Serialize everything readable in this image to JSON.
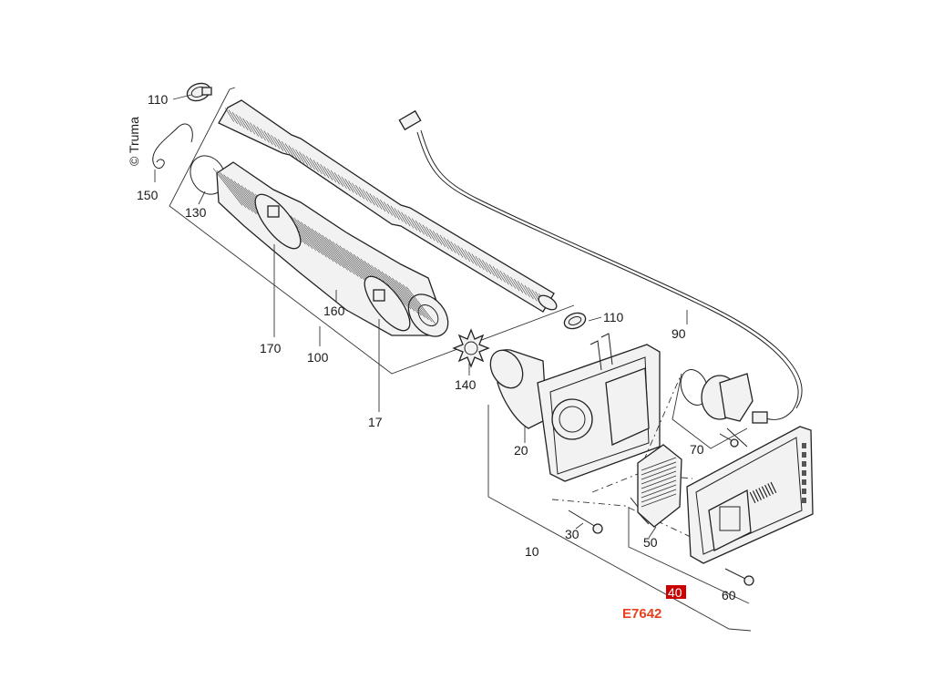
{
  "copyright": "© Truma",
  "drawing_code": "E7642",
  "colors": {
    "highlight_box": "#cc0000",
    "code_text": "#e8401c",
    "line": "#222222"
  },
  "labels": {
    "p110a": "110",
    "p150": "150",
    "p130": "130",
    "p170": "170",
    "p160": "160",
    "p100": "100",
    "p17": "17",
    "p110b": "110",
    "p90": "90",
    "p140": "140",
    "p20": "20",
    "p70": "70",
    "p30": "30",
    "p10": "10",
    "p50": "50",
    "p40": "40",
    "p60": "60"
  }
}
